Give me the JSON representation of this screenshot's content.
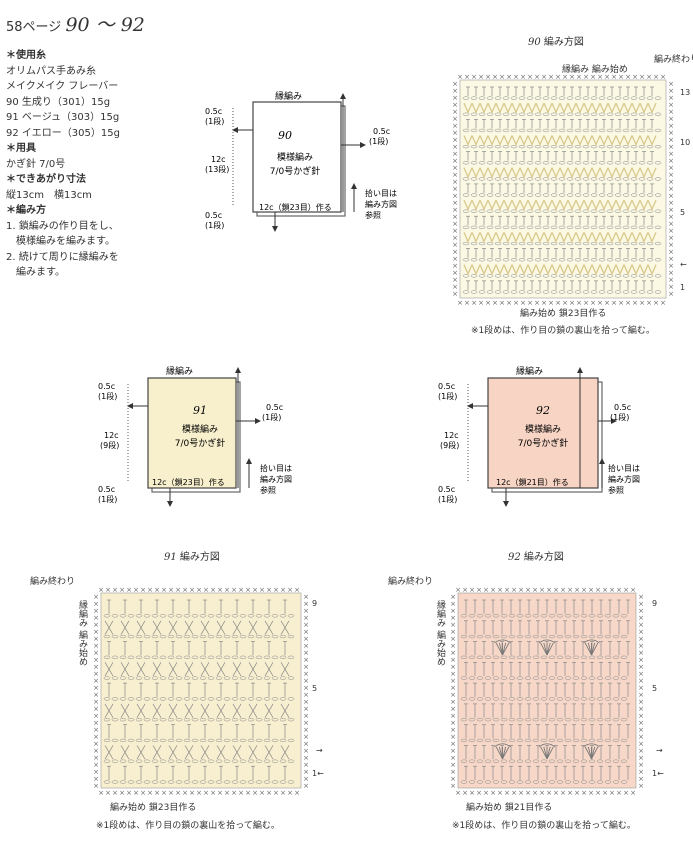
{
  "header": {
    "page_label": "58ページ",
    "page_range": "90 ～ 92"
  },
  "materials": [
    {
      "text": "＊使用糸",
      "heading": true
    },
    {
      "text": "オリムパス手あみ糸",
      "heading": false
    },
    {
      "text": "メイクメイク フレーバー",
      "heading": false
    },
    {
      "text": "90 生成り（301）15g",
      "heading": false
    },
    {
      "text": "91 ベージュ（303）15g",
      "heading": false
    },
    {
      "text": "92 イエロー（305）15g",
      "heading": false
    },
    {
      "text": "＊用具",
      "heading": true
    },
    {
      "text": "かぎ針 7/0号",
      "heading": false
    },
    {
      "text": "＊できあがり寸法",
      "heading": true
    },
    {
      "text": "縦13cm　横13cm",
      "heading": false
    },
    {
      "text": "＊編み方",
      "heading": true
    },
    {
      "text": "1. 鎖編みの作り目をし、",
      "heading": false
    },
    {
      "text": "　模様編みを編みます。",
      "heading": false
    },
    {
      "text": "2. 続けて周りに縁編みを",
      "heading": false
    },
    {
      "text": "　編みます。",
      "heading": false
    }
  ],
  "schematics": {
    "s90": {
      "number": "90",
      "pattern": "模様編み",
      "hook": "7/0号かぎ針",
      "edge": "縁編み",
      "top_margin": "0.5c",
      "top_rows": "(1段)",
      "height": "12c",
      "height_rows": "(13段)",
      "bottom_margin": "0.5c",
      "bottom_rows": "(1段)",
      "right_margin": "0.5c",
      "right_rows": "(1段)",
      "base": "12c（鎖23目）作る",
      "pickup1": "拾い目は",
      "pickup2": "編み方図",
      "pickup3": "参照",
      "fill": "#ffffff"
    },
    "s91": {
      "number": "91",
      "pattern": "模様編み",
      "hook": "7/0号かぎ針",
      "edge": "縁編み",
      "top_margin": "0.5c",
      "top_rows": "(1段)",
      "height": "12c",
      "height_rows": "(9段)",
      "bottom_margin": "0.5c",
      "bottom_rows": "(1段)",
      "right_margin": "0.5c",
      "right_rows": "(1段)",
      "base": "12c（鎖23目）作る",
      "pickup1": "拾い目は",
      "pickup2": "編み方図",
      "pickup3": "参照",
      "fill": "#f8f0cd"
    },
    "s92": {
      "number": "92",
      "pattern": "模様編み",
      "hook": "7/0号かぎ針",
      "edge": "縁編み",
      "top_margin": "0.5c",
      "top_rows": "(1段)",
      "height": "12c",
      "height_rows": "(9段)",
      "bottom_margin": "0.5c",
      "bottom_rows": "(1段)",
      "right_margin": "0.5c",
      "right_rows": "(1段)",
      "base": "12c（鎖21目）作る",
      "pickup1": "拾い目は",
      "pickup2": "編み方図",
      "pickup3": "参照",
      "fill": "#f7d4c4"
    }
  },
  "charts": {
    "c90": {
      "number": "90",
      "title": "編み方図",
      "edge_start": "縁編み 編み始め",
      "edge_end": "編み終わり",
      "begin": "編み始め 鎖23目作る",
      "note": "※1段めは、作り目の鎖の裏山を拾って編む。",
      "row_labels": [
        "13",
        "10",
        "5",
        "←",
        "1"
      ],
      "fill": "#fbf8e4",
      "line": "#d9c98c"
    },
    "c91": {
      "number": "91",
      "title": "編み方図",
      "edge_end": "編み終わり",
      "edge_side": "縁編み 編み始め",
      "begin": "編み始め 鎖23目作る",
      "note": "※1段めは、作り目の鎖の裏山を拾って編む。",
      "row_labels": [
        "9",
        "5",
        "→",
        "1←"
      ],
      "fill": "#f8efd0",
      "line": "#d8c590"
    },
    "c92": {
      "number": "92",
      "title": "編み方図",
      "edge_end": "編み終わり",
      "edge_side": "縁編み 編み始め",
      "begin": "編み始め 鎖21目作る",
      "note": "※1段めは、作り目の鎖の裏山を拾って編む。",
      "row_labels": [
        "9",
        "5",
        "→",
        "1←"
      ],
      "fill": "#f7d8c8",
      "line": "#d9b0a0"
    }
  }
}
